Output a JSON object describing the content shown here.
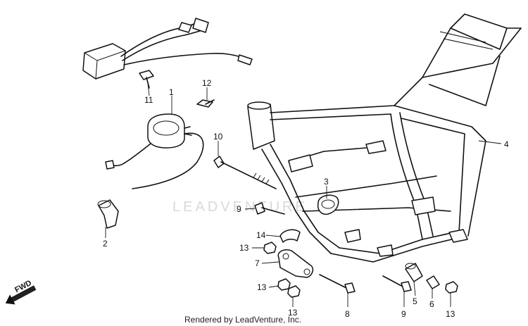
{
  "callouts": {
    "c1": "1",
    "c2": "2",
    "c3": "3",
    "c4": "4",
    "c5": "5",
    "c6": "6",
    "c7": "7",
    "c8": "8",
    "c9a": "9",
    "c9b": "9",
    "c10": "10",
    "c11": "11",
    "c12": "12",
    "c13a": "13",
    "c13b": "13",
    "c13c": "13",
    "c13d": "13",
    "c14": "14"
  },
  "direction_label": "FWD",
  "watermark": "LEADVENTURE",
  "footer": "Rendered by LeadVenture, Inc."
}
